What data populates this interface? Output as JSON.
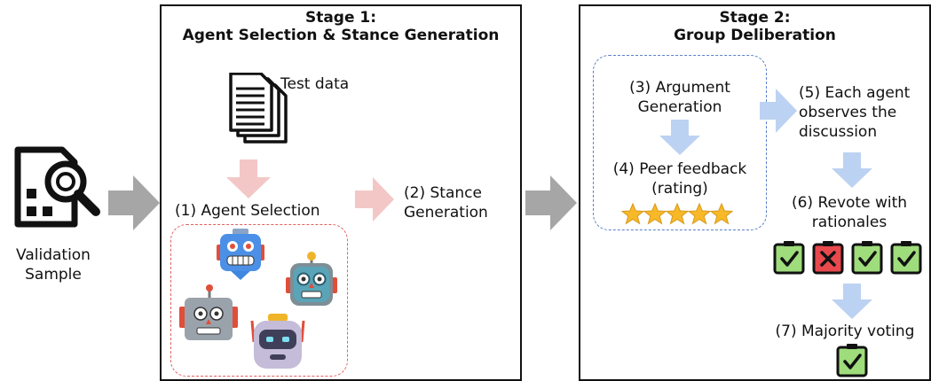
{
  "validation": {
    "line1": "Validation",
    "line2": "Sample"
  },
  "stage1": {
    "title_line1": "Stage 1:",
    "title_line2": "Agent Selection & Stance Generation",
    "test_data": "Test data",
    "agent_selection": "(1) Agent Selection",
    "stance_line1": "(2) Stance",
    "stance_line2": "Generation"
  },
  "stage2": {
    "title_line1": "Stage 2:",
    "title_line2": "Group Deliberation",
    "argument_line1": "(3) Argument",
    "argument_line2": "Generation",
    "peer_line1": "(4) Peer feedback",
    "peer_line2": "(rating)",
    "observe_line1": "(5) Each agent",
    "observe_line2": "observes the",
    "observe_line3": "discussion",
    "revote_line1": "(6) Revote with",
    "revote_line2": "rationales",
    "majority": "(7) Majority voting"
  },
  "votes": [
    "check",
    "cross",
    "check",
    "check"
  ],
  "final_vote": "check",
  "rating_stars": 5,
  "colors": {
    "gray_arrow": "#a6a6a6",
    "pink_arrow": "#f4c7c7",
    "blue_arrow": "#bcd2f2",
    "red_dash": "#e06060",
    "blue_dash": "#5a7fc9",
    "check_bg": "#9fdc7c",
    "cross_bg": "#e8494d",
    "star": "#f7b928"
  }
}
